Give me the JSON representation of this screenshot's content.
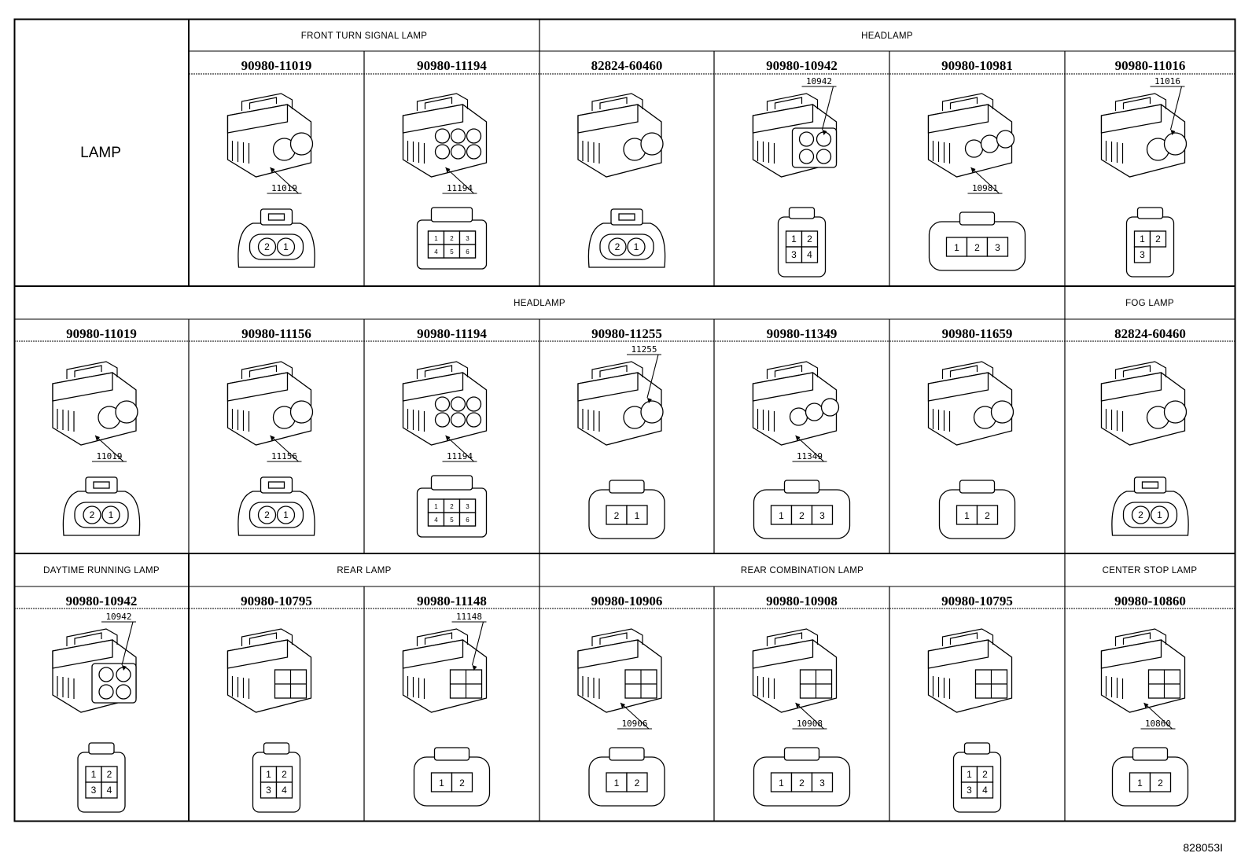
{
  "row_label": "LAMP",
  "figure_code": "828053I",
  "sections": {
    "front_turn": "FRONT TURN SIGNAL LAMP",
    "headlamp_top": "HEADLAMP",
    "headlamp_mid": "HEADLAMP",
    "fog": "FOG LAMP",
    "drl": "DAYTIME RUNNING LAMP",
    "rear": "REAR LAMP",
    "rear_combo": "REAR COMBINATION LAMP",
    "center_stop": "CENTER STOP LAMP"
  },
  "row1": [
    {
      "part": "90980-11019",
      "tag": "11019",
      "pins": [
        "2",
        "1"
      ]
    },
    {
      "part": "90980-11194",
      "tag": "11194",
      "pins": [
        "1",
        "2",
        "3",
        "4",
        "5",
        "6"
      ]
    },
    {
      "part": "82824-60460",
      "tag": "",
      "pins": [
        "2",
        "1"
      ]
    },
    {
      "part": "90980-10942",
      "tag": "10942",
      "pins": [
        "1",
        "2",
        "3",
        "4"
      ]
    },
    {
      "part": "90980-10981",
      "tag": "10981",
      "pins": [
        "1",
        "2",
        "3"
      ]
    },
    {
      "part": "90980-11016",
      "tag": "11016",
      "pins": [
        "1",
        "2",
        "3"
      ]
    }
  ],
  "row2": [
    {
      "part": "90980-11019",
      "tag": "11019",
      "pins": [
        "2",
        "1"
      ]
    },
    {
      "part": "90980-11156",
      "tag": "11156",
      "pins": [
        "2",
        "1"
      ]
    },
    {
      "part": "90980-11194",
      "tag": "11194",
      "pins": [
        "1",
        "2",
        "3",
        "4",
        "5",
        "6"
      ]
    },
    {
      "part": "90980-11255",
      "tag": "11255",
      "pins": [
        "2",
        "1"
      ]
    },
    {
      "part": "90980-11349",
      "tag": "11349",
      "pins": [
        "1",
        "2",
        "3"
      ]
    },
    {
      "part": "90980-11659",
      "tag": "",
      "pins": [
        "1",
        "2"
      ]
    },
    {
      "part": "82824-60460",
      "tag": "",
      "pins": [
        "2",
        "1"
      ]
    }
  ],
  "row3": [
    {
      "part": "90980-10942",
      "tag": "10942",
      "pins": [
        "1",
        "2",
        "3",
        "4"
      ]
    },
    {
      "part": "90980-10795",
      "tag": "",
      "pins": [
        "1",
        "2",
        "3",
        "4"
      ]
    },
    {
      "part": "90980-11148",
      "tag": "11148",
      "pins": [
        "1",
        "2"
      ]
    },
    {
      "part": "90980-10906",
      "tag": "10906",
      "pins": [
        "1",
        "2"
      ]
    },
    {
      "part": "90980-10908",
      "tag": "10908",
      "pins": [
        "1",
        "2",
        "3"
      ]
    },
    {
      "part": "90980-10795",
      "tag": "",
      "pins": [
        "1",
        "2",
        "3",
        "4"
      ]
    },
    {
      "part": "90980-10860",
      "tag": "10860",
      "pins": [
        "1",
        "2"
      ]
    }
  ]
}
